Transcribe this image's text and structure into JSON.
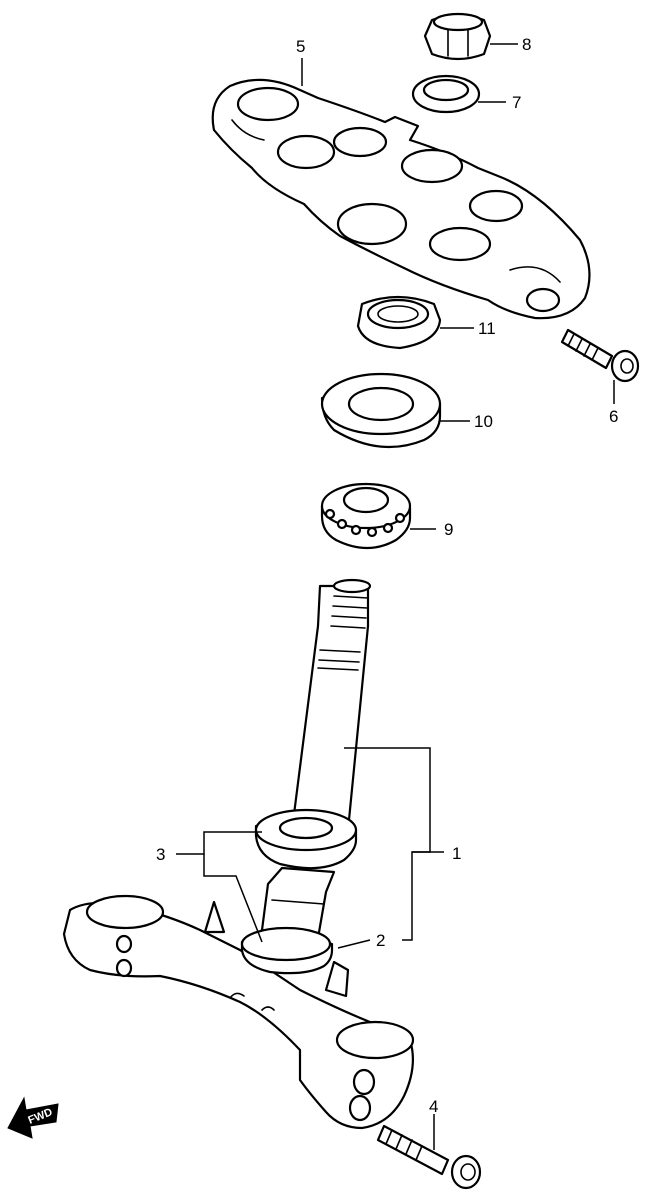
{
  "callouts": {
    "c1": "1",
    "c2": "2",
    "c3": "3",
    "c4": "4",
    "c5": "5",
    "c6": "6",
    "c7": "7",
    "c8": "8",
    "c9": "9",
    "c10": "10",
    "c11": "11"
  },
  "fwd_label": "FWD"
}
